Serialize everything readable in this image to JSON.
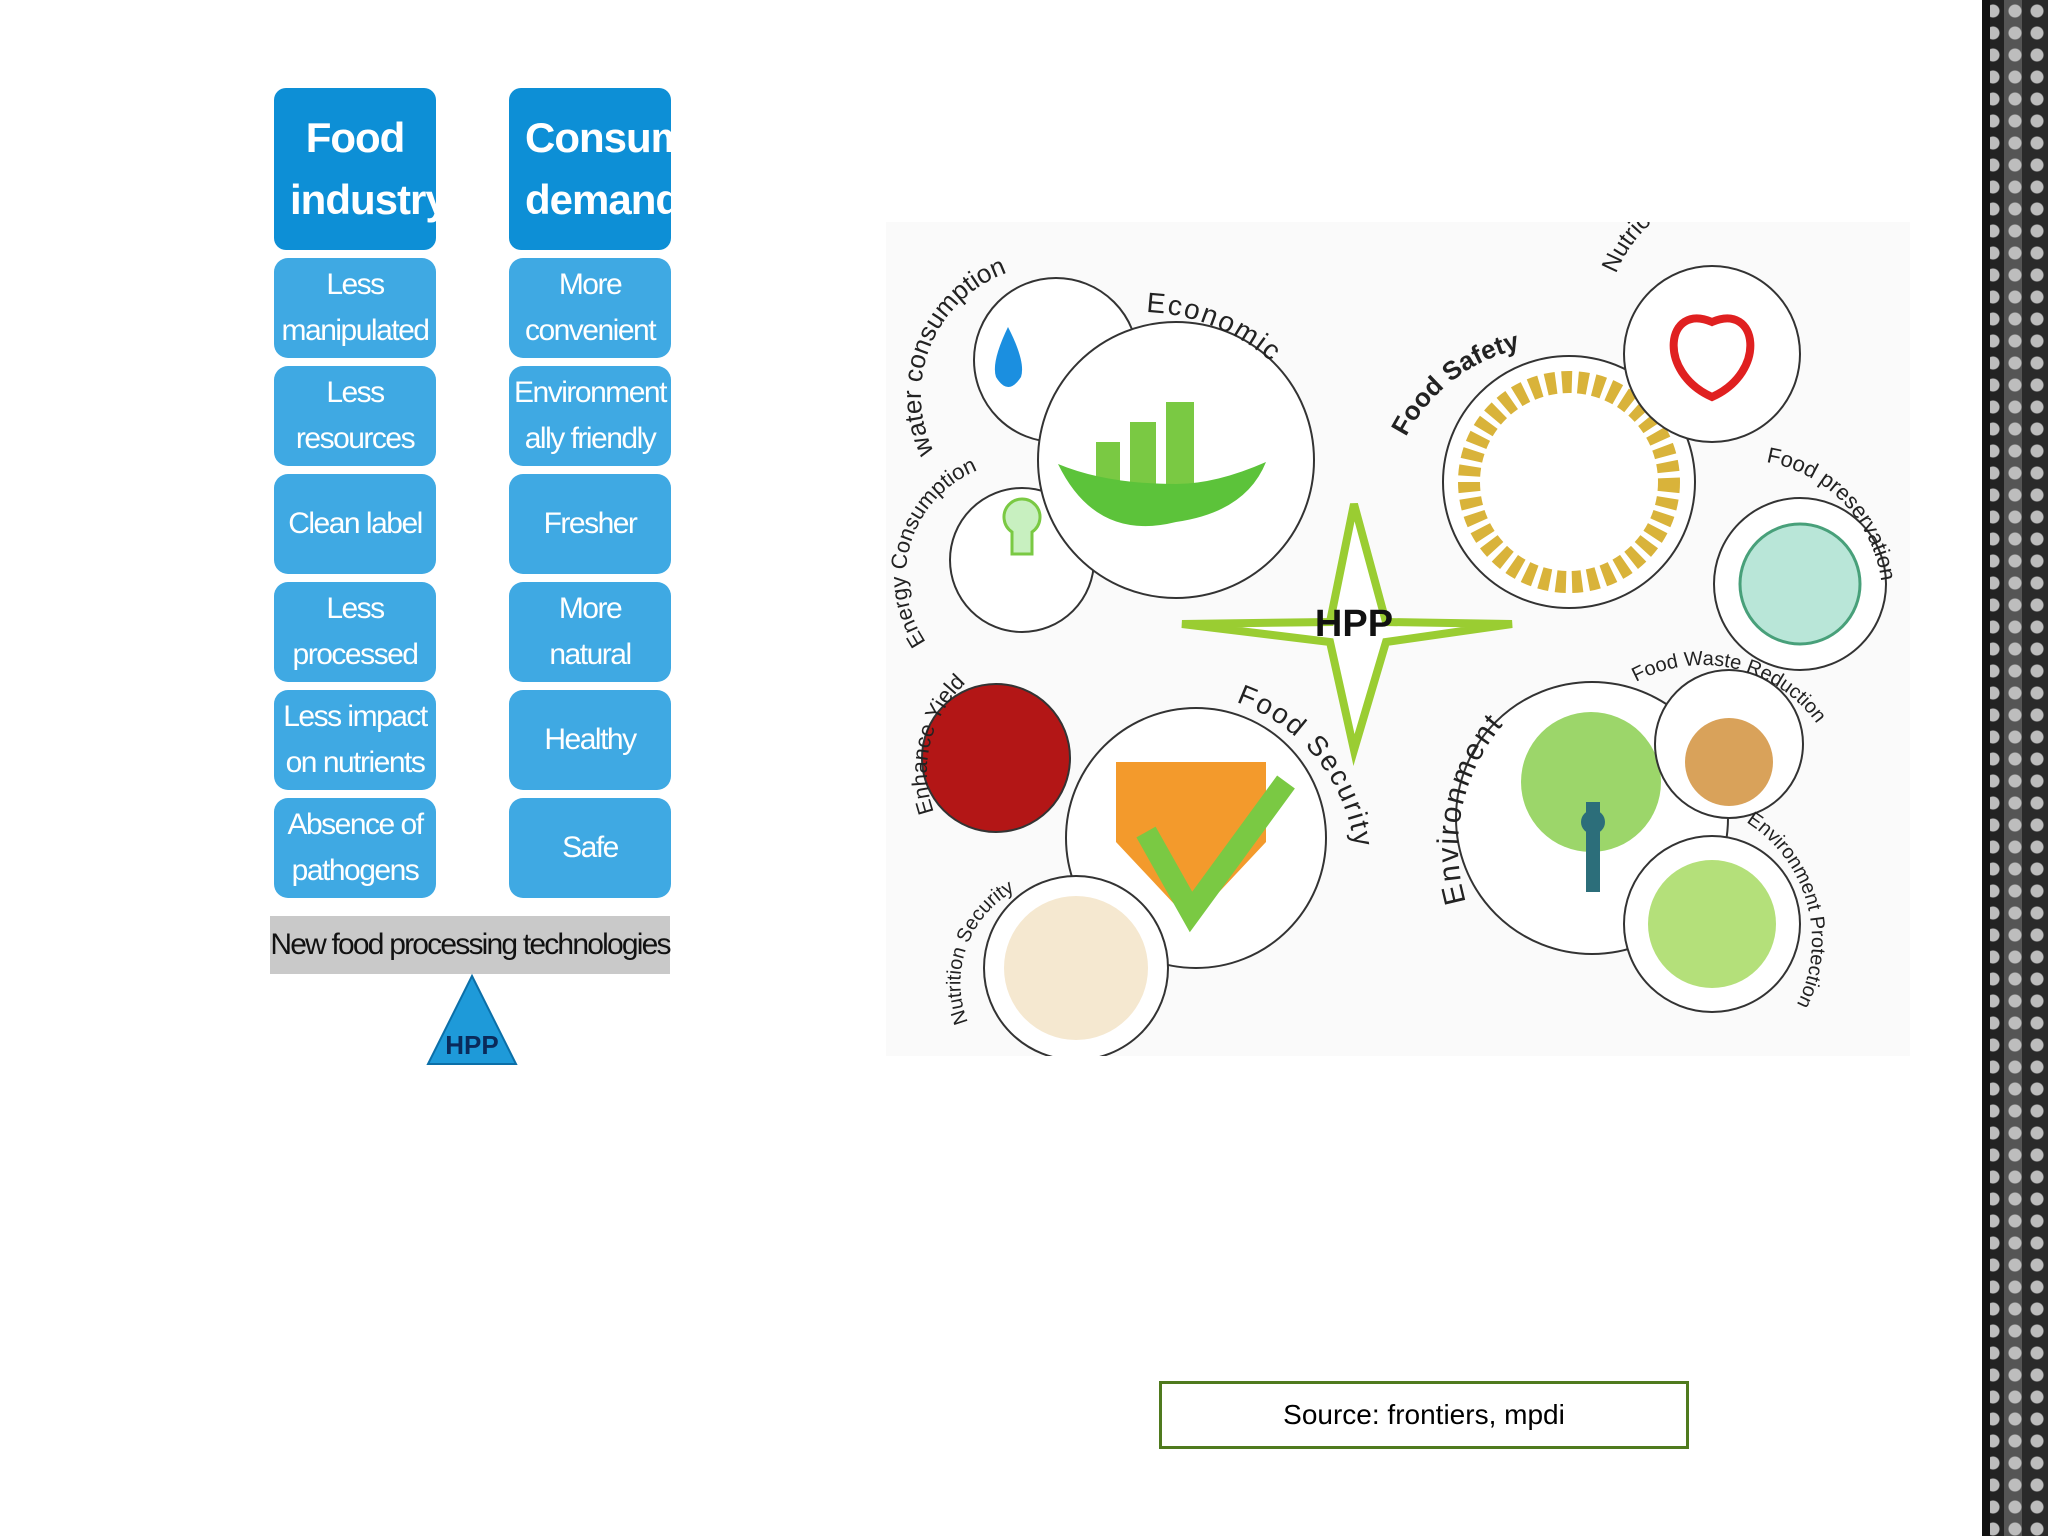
{
  "left_figure": {
    "columns": [
      {
        "header": [
          "Food",
          "industry"
        ],
        "items": [
          [
            "Less",
            "manipulated"
          ],
          [
            "Less",
            "resources"
          ],
          [
            "Clean label"
          ],
          [
            "Less",
            "processed"
          ],
          [
            "Less impact",
            "on nutrients"
          ],
          [
            "Absence of",
            "pathogens"
          ]
        ]
      },
      {
        "header": [
          "Consumer",
          "demands"
        ],
        "items": [
          [
            "More",
            "convenient"
          ],
          [
            "Environment",
            "ally friendly"
          ],
          [
            "Fresher"
          ],
          [
            "More",
            "natural"
          ],
          [
            "Healthy"
          ],
          [
            "Safe"
          ]
        ]
      }
    ],
    "band": "New food processing technologies",
    "base_label": "HPP",
    "colors": {
      "header": "#0d8fd6",
      "cell": "#3fa9e3",
      "band": "#c9c9c9"
    }
  },
  "right_figure": {
    "center": "HPP",
    "labels": {
      "water": "water consumption",
      "energy": "Energy Consumption",
      "economic": "Economic",
      "food_safety": "Food Safety",
      "nutrional": "Nutrional preservation",
      "food_preservation": "Food preservation",
      "enhance_yield": "Enhance Yield",
      "food_security": "Food Security",
      "nutrition_security": "Nutrition Security",
      "environment": "Environment",
      "waste": "Food Waste Reduction",
      "env_protection": "Environment Protection"
    },
    "colors": {
      "star": "#9acd32",
      "green": "#7ac943",
      "orange": "#f39a2c",
      "gold": "#d9b33a"
    }
  },
  "source": "Source: frontiers, mpdi"
}
